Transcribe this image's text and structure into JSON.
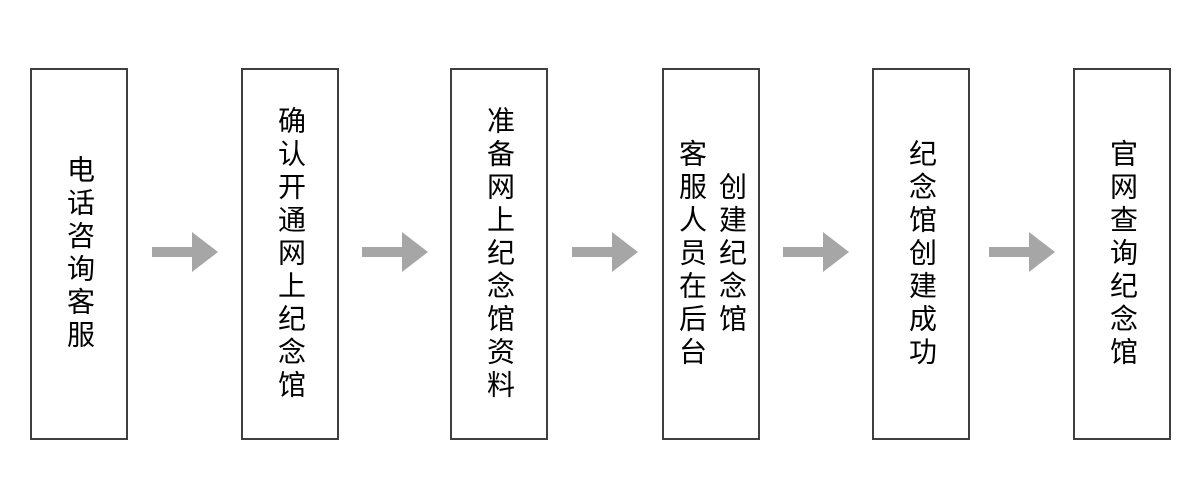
{
  "flowchart": {
    "steps": [
      {
        "label": "电话咨询客服"
      },
      {
        "label": "确认开通网上纪念馆"
      },
      {
        "label": "准备网上纪念馆资料"
      },
      {
        "label": "客服人员在后台",
        "label2": "创建纪念馆"
      },
      {
        "label": "纪念馆创建成功"
      },
      {
        "label": "官网查询纪念馆"
      }
    ],
    "arrow_icon": "right-arrow"
  },
  "colors": {
    "background": "#ffffff",
    "box-border": "#3f3f3f",
    "text": "#000000",
    "arrow": "#a6a6a6"
  }
}
